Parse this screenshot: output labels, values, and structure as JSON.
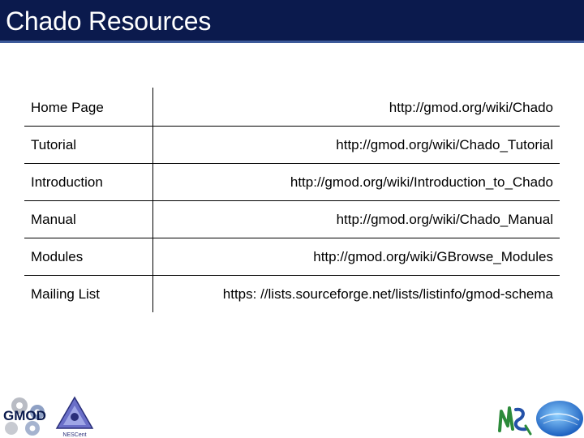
{
  "header": {
    "title": "Chado Resources",
    "background_color": "#0b1a4d"
  },
  "resources": [
    {
      "label": "Home Page",
      "url": "http://gmod.org/wiki/Chado"
    },
    {
      "label": "Tutorial",
      "url": "http://gmod.org/wiki/Chado_Tutorial"
    },
    {
      "label": "Introduction",
      "url": "http://gmod.org/wiki/Introduction_to_Chado"
    },
    {
      "label": "Manual",
      "url": "http://gmod.org/wiki/Chado_Manual"
    },
    {
      "label": "Modules",
      "url": "http://gmod.org/wiki/GBrowse_Modules"
    },
    {
      "label": "Mailing List",
      "url": "https: //lists.sourceforge.net/lists/listinfo/gmod-schema"
    }
  ],
  "footer": {
    "logos": [
      {
        "name": "gmod-logo",
        "text": "GMOD"
      },
      {
        "name": "nescent-logo",
        "text": "NESCent"
      },
      {
        "name": "ns-logo"
      },
      {
        "name": "blue-globe-logo"
      }
    ]
  }
}
